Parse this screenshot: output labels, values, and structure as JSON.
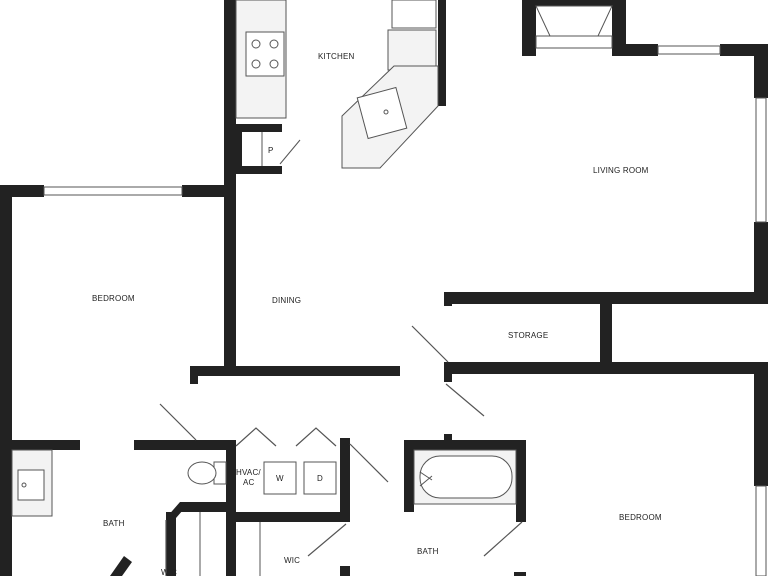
{
  "rooms": {
    "kitchen": "KITCHEN",
    "living_room": "LIVING ROOM",
    "pantry": "P",
    "bedroom_left": "BEDROOM",
    "dining": "DINING",
    "storage": "STORAGE",
    "hvac_line1": "HVAC/",
    "hvac_line2": "AC",
    "washer": "W",
    "dryer": "D",
    "bath_left": "BATH",
    "wic_left": "WIC",
    "wic_center": "WIC",
    "bath_right": "BATH",
    "bedroom_right": "BEDROOM"
  },
  "colors": {
    "wall": "#222222",
    "fixture_fill": "#f3f3f3",
    "fixture_stroke": "#555555"
  }
}
